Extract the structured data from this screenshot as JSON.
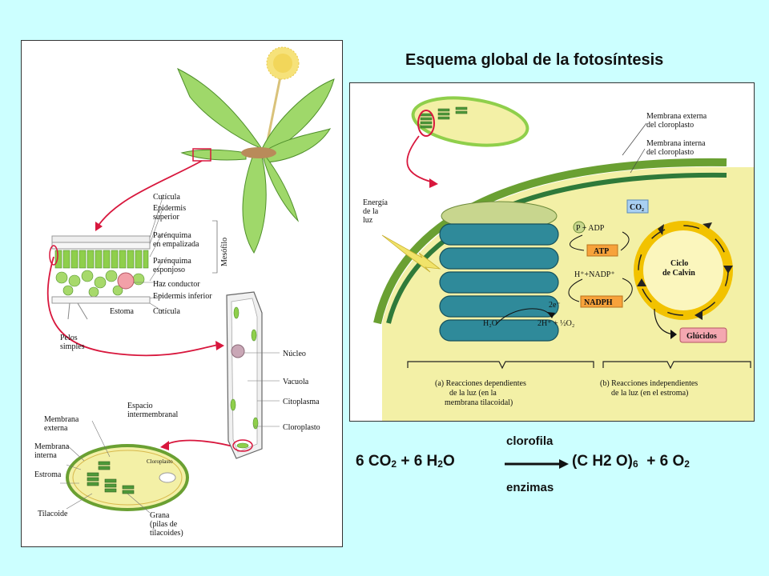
{
  "title": "Esquema global de la fotosíntesis",
  "left_diagram": {
    "leaf_layers": {
      "cuticula_top": "Cutícula",
      "epidermis_superior": [
        "Epidermis",
        "superior"
      ],
      "parenquima_empalizada": [
        "Parénquima",
        "en empalizada"
      ],
      "mesofilo": "Mesófilo",
      "parenquima_esponjoso": [
        "Parénquima",
        "esponjoso"
      ],
      "haz_conductor": "Haz conductor",
      "epidermis_inferior": "Epidermis inferior",
      "estoma": "Estoma",
      "cuticula_bottom": "Cutícula"
    },
    "pelos_simples": [
      "Pelos",
      "simples"
    ],
    "cell_parts": {
      "nucleo": "Núcleo",
      "vacuola": "Vacuola",
      "citoplasma": "Citoplasma",
      "cloroplasto": "Cloroplasto"
    },
    "chloroplast_parts": {
      "espacio_intermembranal": [
        "Espacio",
        "intermembranal"
      ],
      "membrana_externa": [
        "Membrana",
        "externa"
      ],
      "membrana_interna": [
        "Membrana",
        "interna"
      ],
      "estroma": "Estroma",
      "cloroplasto_inner": "Cloroplasto",
      "tilacoide": "Tilacoide",
      "grana": [
        "Grana",
        "(pilas de",
        "tilacoides)"
      ]
    }
  },
  "right_diagram": {
    "membrana_externa": [
      "Membrana externa",
      "del cloroplasto"
    ],
    "membrana_interna": [
      "Membrana interna",
      "del cloroplasto"
    ],
    "energia": [
      "Energía",
      "de la",
      "luz"
    ],
    "co2": "CO₂",
    "p_adp": "P + ADP",
    "atp": "ATP",
    "h_nadp": "H⁺+NADP⁺",
    "nadph": "NADPH",
    "electrons": "2e⁻",
    "h2o": "H₂O",
    "products": "2H⁺ + ½O₂",
    "ciclo": [
      "Ciclo",
      "de Calvin"
    ],
    "glucidos": "Glúcidos",
    "caption_a": [
      "(a) Reacciones dependientes",
      "de la luz (en la",
      "membrana tilacoidal)"
    ],
    "caption_b": [
      "(b) Reacciones independientes",
      "de la luz (en el estroma)"
    ]
  },
  "equation": {
    "left": [
      "6 CO",
      "2",
      " + 6 H",
      "2",
      "O"
    ],
    "right": [
      "(C H2 O)",
      "6",
      "  + 6 O",
      "2"
    ],
    "catalyst_top": "clorofila",
    "catalyst_bottom": "enzimas"
  },
  "colors": {
    "background": "#ccffff",
    "leaf_green": "#7ac943",
    "stroma_yellow": "#f3f0a6",
    "thylakoid_teal": "#2f8a9a",
    "calvin_yellow": "#f2c200",
    "label_orange": "#f7a23b",
    "arrow_red": "#d8173d"
  }
}
